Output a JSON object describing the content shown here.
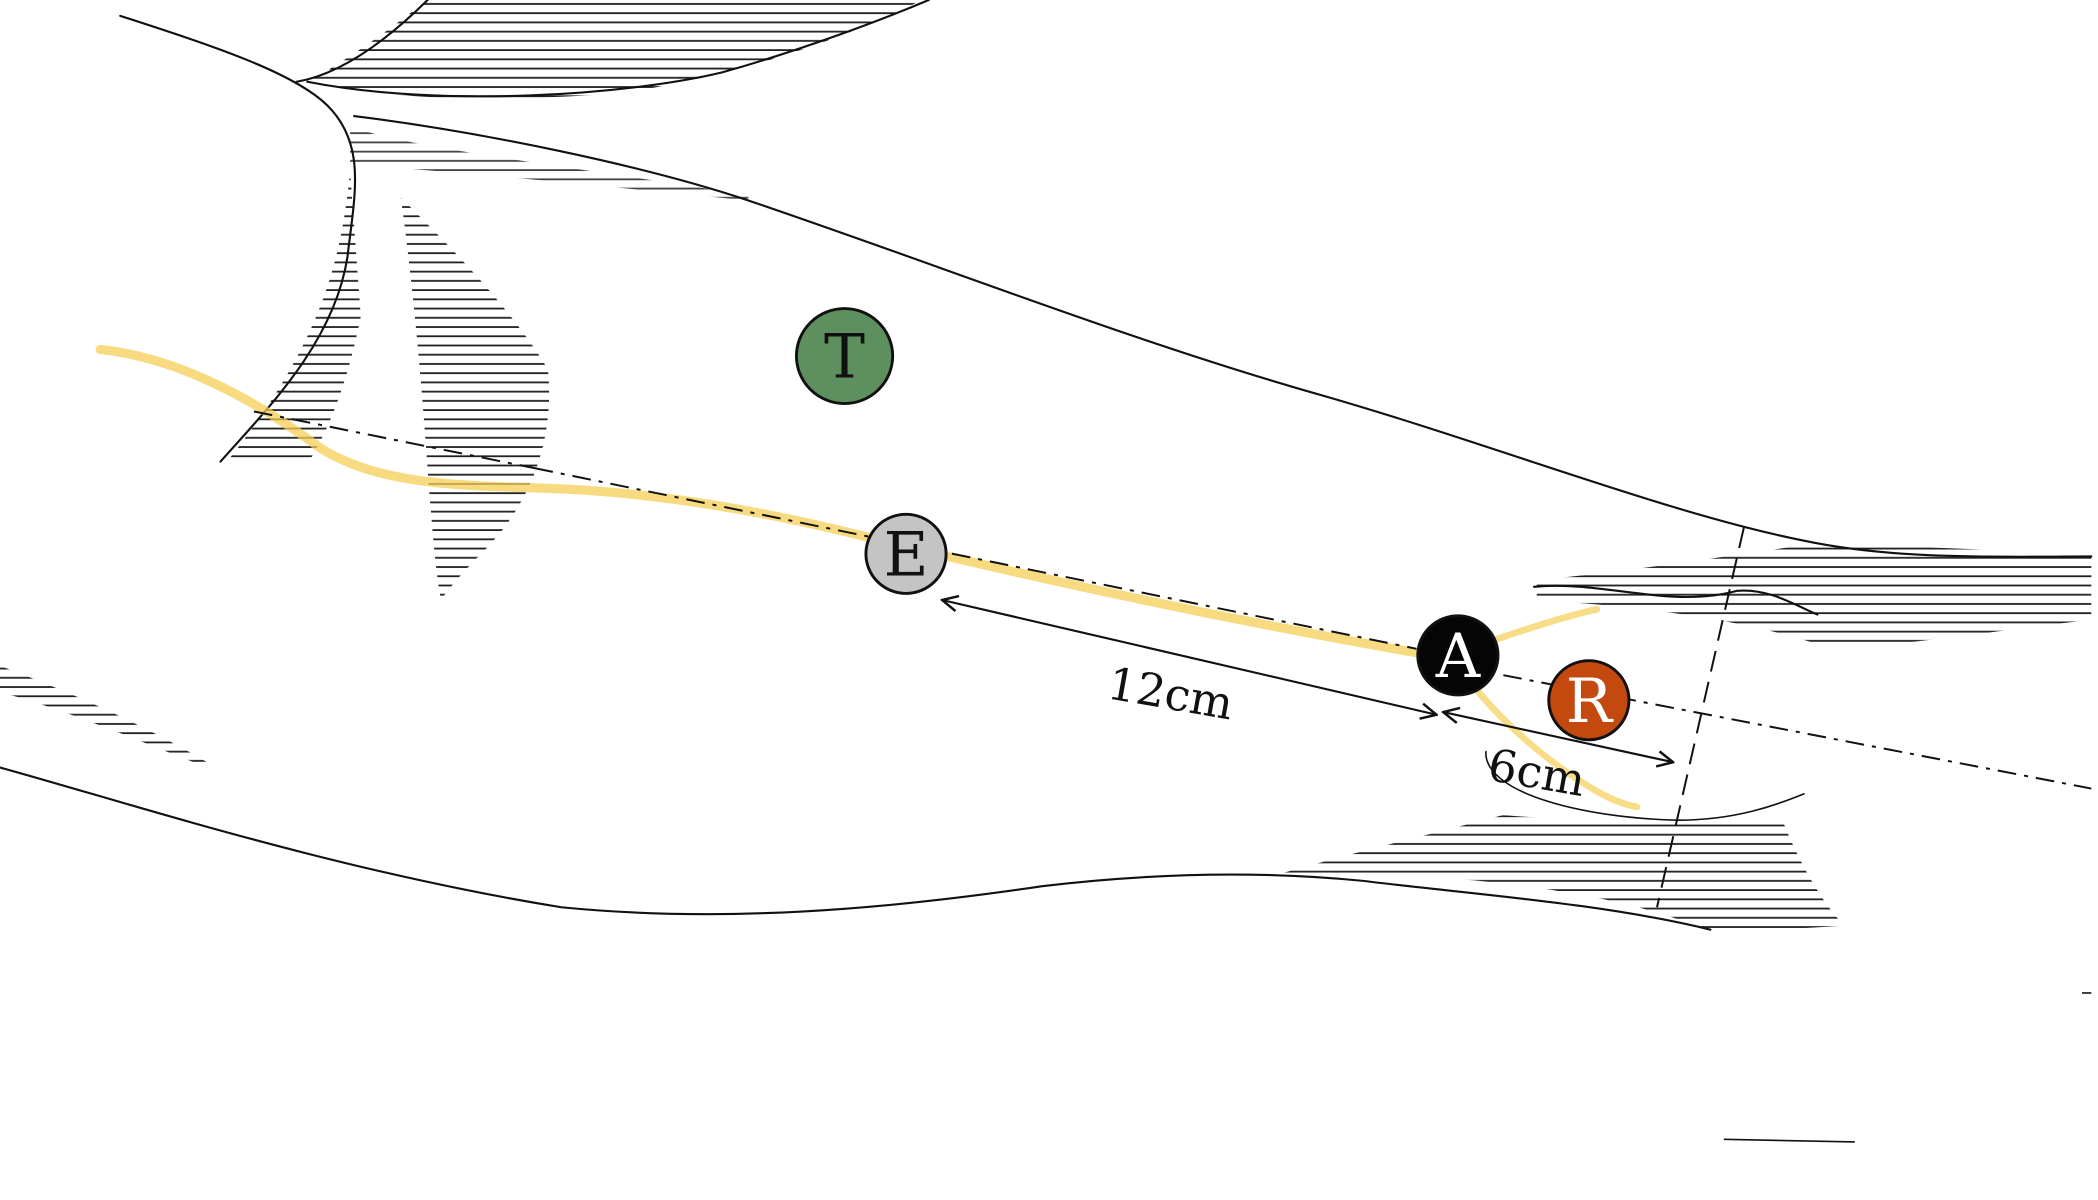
{
  "markers": [
    {
      "id": "T",
      "label": "T",
      "fill": "#5e8f5e",
      "text_color": "#111111"
    },
    {
      "id": "E",
      "label": "E",
      "fill": "#c4c4c4",
      "text_color": "#111111"
    },
    {
      "id": "A",
      "label": "A",
      "fill": "#050505",
      "text_color": "#ffffff"
    },
    {
      "id": "R",
      "label": "R",
      "fill": "#c4490f",
      "text_color": "#ffffff"
    }
  ],
  "dimensions": [
    {
      "id": "e-to-a",
      "label": "12cm"
    },
    {
      "id": "a-to-end",
      "label": "6cm"
    }
  ],
  "colors": {
    "outline": "#111111",
    "hatch": "#222222",
    "nerve": "#f5cf55",
    "axis": "#111111"
  }
}
